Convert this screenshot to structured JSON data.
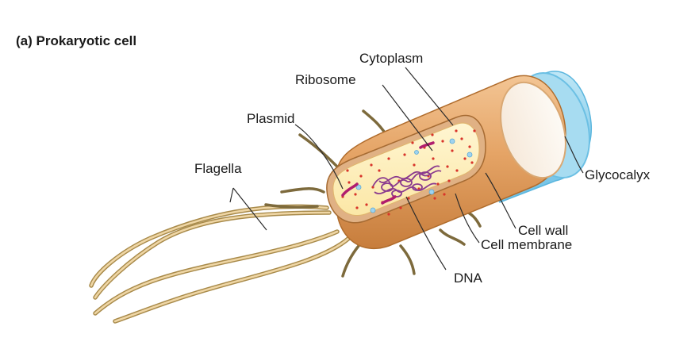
{
  "diagram": {
    "title": "(a) Prokaryotic cell",
    "labels": {
      "cytoplasm": "Cytoplasm",
      "ribosome": "Ribosome",
      "plasmid": "Plasmid",
      "flagella": "Flagella",
      "glycocalyx": "Glycocalyx",
      "cell_wall": "Cell wall",
      "cell_membrane": "Cell membrane",
      "dna": "DNA"
    }
  }
}
